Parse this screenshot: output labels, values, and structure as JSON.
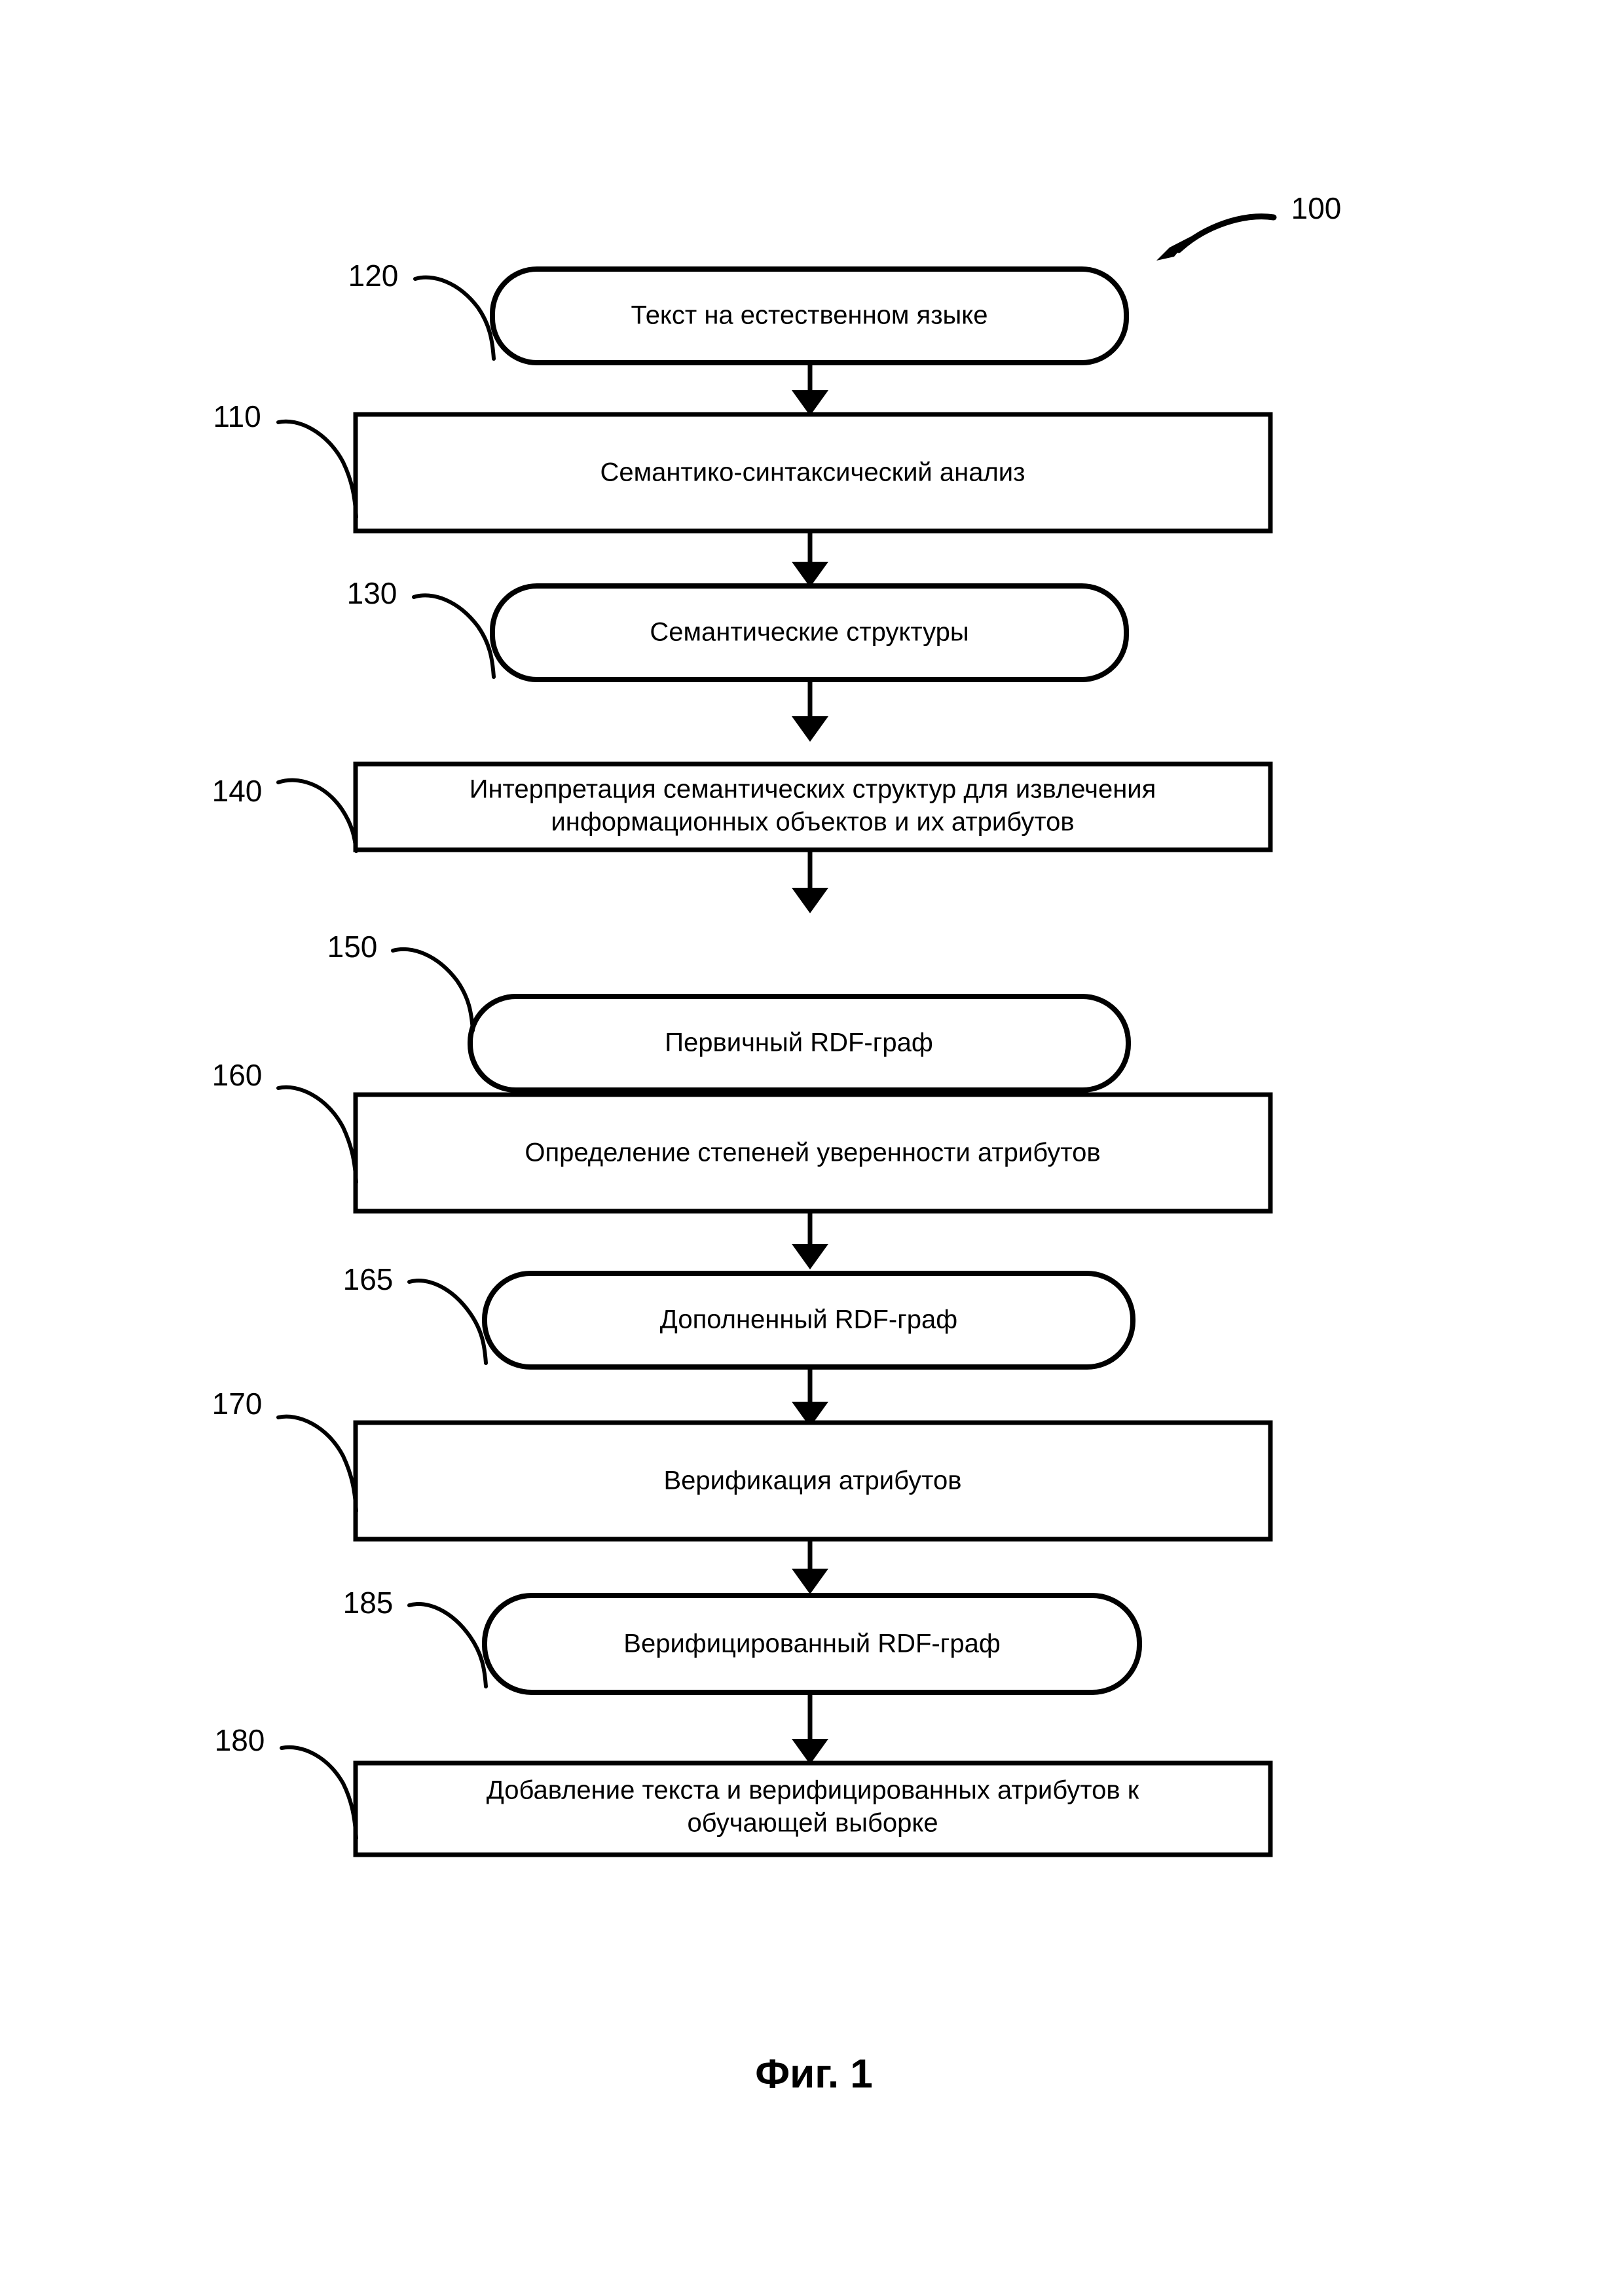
{
  "figure": {
    "caption": "Фиг. 1",
    "diagram_reference": "100",
    "type": "patent-flowchart",
    "language": "ru",
    "colors": {
      "background": "#ffffff",
      "stroke": "#000000",
      "text": "#000000"
    }
  },
  "nodes": [
    {
      "ref": "120",
      "shape": "rounded",
      "lines": [
        "Текст на естественном языке"
      ],
      "name": "natural-language-text"
    },
    {
      "ref": "110",
      "shape": "rectangle",
      "lines": [
        "Семантико-синтаксический анализ"
      ],
      "name": "semantic-syntactic-analysis"
    },
    {
      "ref": "130",
      "shape": "rounded",
      "lines": [
        "Семантические структуры"
      ],
      "name": "semantic-structures"
    },
    {
      "ref": "140",
      "shape": "rectangle",
      "lines": [
        "Интерпретация семантических структур для извлечения",
        "информационных объектов и их атрибутов"
      ],
      "name": "interpretation-of-semantic-structures"
    },
    {
      "ref": "150",
      "shape": "rounded",
      "lines": [
        "Первичный RDF-граф"
      ],
      "name": "primary-rdf-graph"
    },
    {
      "ref": "160",
      "shape": "rectangle",
      "lines": [
        "Определение степеней уверенности атрибутов"
      ],
      "name": "attribute-confidence-determination"
    },
    {
      "ref": "165",
      "shape": "rounded",
      "lines": [
        "Дополненный RDF-граф"
      ],
      "name": "augmented-rdf-graph"
    },
    {
      "ref": "170",
      "shape": "rectangle",
      "lines": [
        "Верификация атрибутов"
      ],
      "name": "attribute-verification"
    },
    {
      "ref": "185",
      "shape": "rounded",
      "lines": [
        "Верифицированный RDF-граф"
      ],
      "name": "verified-rdf-graph"
    },
    {
      "ref": "180",
      "shape": "rectangle",
      "lines": [
        "Добавление текста и верифицированных атрибутов к",
        "обучающей выборке"
      ],
      "name": "add-text-and-verified-attributes-to-training-set"
    }
  ]
}
